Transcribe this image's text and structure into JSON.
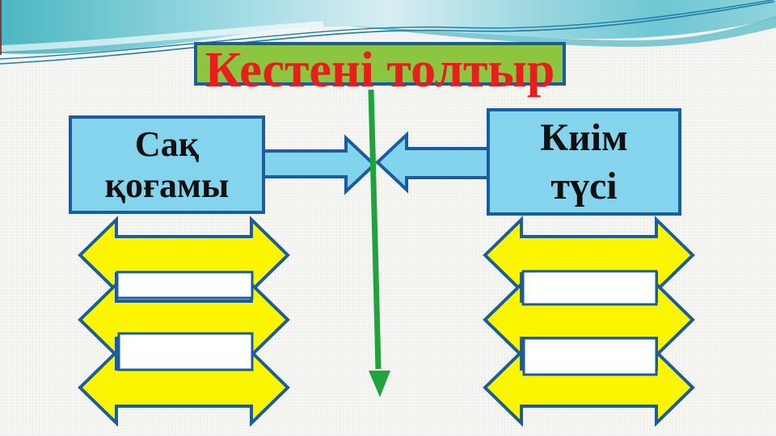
{
  "slide": {
    "title": "Кестені толтыр",
    "columns": [
      {
        "header": "Сақ қоғамы",
        "blank_rows": [
          "",
          ""
        ]
      },
      {
        "header": "Киім\nтүсі",
        "blank_rows": [
          "",
          ""
        ]
      }
    ]
  },
  "colors": {
    "background": "#f6f6f3",
    "wave_teal": "#4ab7c2",
    "wave_teal_light": "#d7eef2",
    "wave_line": "#1d7ca8",
    "shape_outline": "#1b5c9c",
    "title_box_fill": "#8cc63e",
    "title_text": "#e81d1d",
    "header_box_fill": "#85d4ee",
    "header_text": "#101010",
    "connector_fill": "#82d4ee",
    "double_arrow_fill": "#fcf500",
    "blank_row_fill": "#ffffff",
    "down_arrow": "#1fa33c"
  }
}
